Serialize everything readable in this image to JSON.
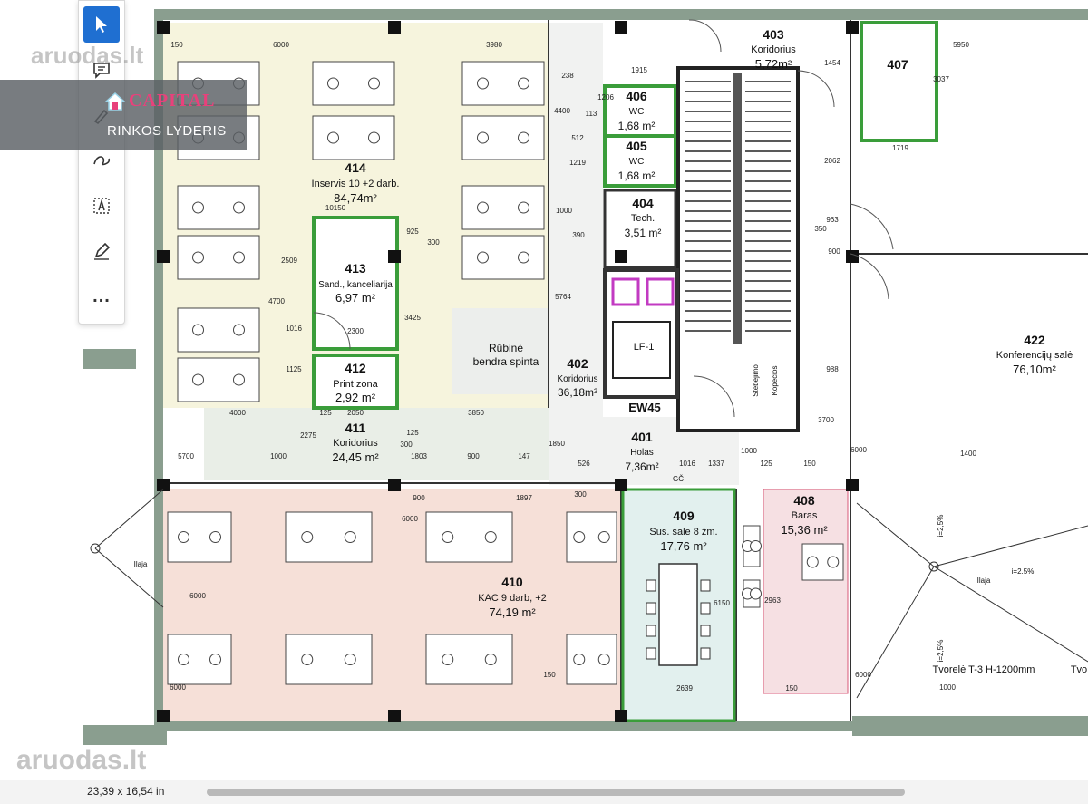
{
  "toolbar": {
    "tools": [
      "select-tool",
      "comment-tool",
      "highlight-tool",
      "draw-tool",
      "text-box-tool",
      "signature-tool",
      "more-tools"
    ],
    "more_label": "..."
  },
  "branding": {
    "watermark_top": "aruodas.lt",
    "watermark_bottom": "aruodas.lt",
    "agency_name": "CAPITAL",
    "agency_sub": "RINKOS LYDERIS"
  },
  "status": {
    "page_size": "23,39 x 16,54 in"
  },
  "rooms": [
    {
      "num": "414",
      "name": "Inservis 10 +2 darb.",
      "area": "84,74m²"
    },
    {
      "num": "413",
      "name": "Sand., kanceliarija",
      "area": "6,97 m²"
    },
    {
      "num": "412",
      "name": "Print zona",
      "area": "2,92 m²"
    },
    {
      "num": "411",
      "name": "Koridorius",
      "area": "24,45 m²"
    },
    {
      "num": "410",
      "name": "KAC 9 darb, +2",
      "area": "74,19 m²"
    },
    {
      "num": "409",
      "name": "Sus. salė 8 žm.",
      "area": "17,76 m²"
    },
    {
      "num": "408",
      "name": "Baras",
      "area": "15,36 m²"
    },
    {
      "num": "403",
      "name": "Koridorius",
      "area": "5,72m²"
    },
    {
      "num": "406",
      "name": "WC",
      "area": "1,68 m²"
    },
    {
      "num": "405",
      "name": "WC",
      "area": "1,68 m²"
    },
    {
      "num": "404",
      "name": "Tech.",
      "area": "3,51 m²"
    },
    {
      "num": "402",
      "name": "Koridorius",
      "area": "36,18m²"
    },
    {
      "num": "401",
      "name": "Holas",
      "area": "7,36m²"
    },
    {
      "num": "422",
      "name": "Konferencijų salė",
      "area": "76,10m²"
    },
    {
      "num": "407",
      "name": "",
      "area": ""
    }
  ],
  "labels": {
    "rubine": "Rūbinė",
    "bendra_spinta": "bendra spinta",
    "lift": "LF-1",
    "ew": "EW45",
    "stairs_note_1": "Stebėjimo",
    "stairs_note_2": "Kopėčios",
    "courtyard": "Tvorelė T-3 H-1200mm",
    "tvo": "Tvo",
    "slope_1": "i=2.5%",
    "ilaja_1": "Ilaja",
    "ilaja_2": "Ilaja",
    "slope_2": "i=2,5%",
    "slope_3": "i=2,5%",
    "gc": "GČ"
  },
  "dimensions": [
    "150",
    "6000",
    "3980",
    "5950",
    "1915",
    "238",
    "4400",
    "113",
    "1206",
    "512",
    "1219",
    "1454",
    "3037",
    "1719",
    "2062",
    "963",
    "350",
    "900",
    "10150",
    "925",
    "300",
    "2509",
    "4700",
    "1016",
    "1125",
    "3425",
    "2300",
    "1000",
    "390",
    "5764",
    "4000",
    "125",
    "2050",
    "3850",
    "2275",
    "125",
    "300",
    "5700",
    "1000",
    "1803",
    "900",
    "147",
    "1850",
    "526",
    "1016",
    "1337",
    "125",
    "1000",
    "150",
    "6000",
    "1400",
    "3700",
    "988",
    "900",
    "1897",
    "300",
    "6000",
    "6000",
    "6150",
    "2963",
    "2639",
    "150",
    "6000",
    "150",
    "6000",
    "1000"
  ]
}
